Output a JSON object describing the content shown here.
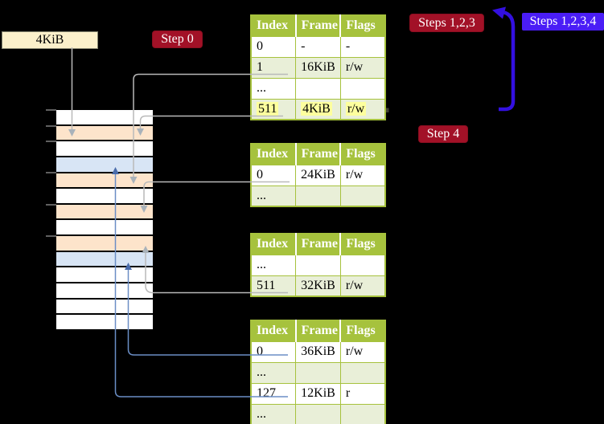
{
  "labels": {
    "page_size": "4KiB",
    "step0": "Step 0",
    "steps123": "Steps 1,2,3",
    "steps1234": "Steps 1,2,3,4",
    "step4": "Step 4"
  },
  "colors": {
    "table_header_green": "#a6c23d",
    "table_row_shade": "#e9efd8",
    "highlight_yellow": "#fdff9e",
    "badge_red": "#a21127",
    "badge_violet": "#4a1df6",
    "violet_arrow": "#3310e0",
    "gray_connector": "#b9b9b9",
    "blue_connector": "#6b8ec5",
    "strip_peach": "#fde4cb",
    "strip_blue": "#d8e5f5",
    "cream_box": "#fbf0cb"
  },
  "memory_strip": {
    "row_colors": [
      "#ffffff",
      "#fde4cb",
      "#ffffff",
      "#d8e5f5",
      "#fde4cb",
      "#ffffff",
      "#fde4cb",
      "#ffffff",
      "#fde4cb",
      "#d8e5f5",
      "#ffffff",
      "#ffffff",
      "#ffffff",
      "#ffffff"
    ]
  },
  "tables": [
    {
      "headers": [
        "Index",
        "Frame",
        "Flags"
      ],
      "rows": [
        {
          "cells": [
            "0",
            "-",
            "-"
          ],
          "shaded": false,
          "highlight": false
        },
        {
          "cells": [
            "1",
            "16KiB",
            "r/w"
          ],
          "shaded": true,
          "highlight": false
        },
        {
          "cells": [
            "...",
            "",
            ""
          ],
          "shaded": false,
          "highlight": false
        },
        {
          "cells": [
            "511",
            "4KiB",
            "r/w"
          ],
          "shaded": true,
          "highlight": true
        }
      ]
    },
    {
      "headers": [
        "Index",
        "Frame",
        "Flags"
      ],
      "rows": [
        {
          "cells": [
            "0",
            "24KiB",
            "r/w"
          ],
          "shaded": false,
          "highlight": false
        },
        {
          "cells": [
            "...",
            "",
            ""
          ],
          "shaded": true,
          "highlight": false
        }
      ]
    },
    {
      "headers": [
        "Index",
        "Frame",
        "Flags"
      ],
      "rows": [
        {
          "cells": [
            "...",
            "",
            ""
          ],
          "shaded": false,
          "highlight": false
        },
        {
          "cells": [
            "511",
            "32KiB",
            "r/w"
          ],
          "shaded": true,
          "highlight": false
        }
      ]
    },
    {
      "headers": [
        "Index",
        "Frame",
        "Flags"
      ],
      "rows": [
        {
          "cells": [
            "0",
            "36KiB",
            "r/w"
          ],
          "shaded": false,
          "highlight": false
        },
        {
          "cells": [
            "...",
            "",
            ""
          ],
          "shaded": true,
          "highlight": false
        },
        {
          "cells": [
            "127",
            "12KiB",
            "r"
          ],
          "shaded": false,
          "highlight": false
        },
        {
          "cells": [
            "...",
            "",
            ""
          ],
          "shaded": true,
          "highlight": false
        }
      ]
    }
  ],
  "connectors": [
    {
      "from": "page-size-label",
      "to": "memory-row-2",
      "color": "gray"
    },
    {
      "from": "table1-row-1",
      "to": "memory-row-5",
      "color": "gray"
    },
    {
      "from": "table1-row-511",
      "to": "memory-row-2",
      "color": "gray"
    },
    {
      "from": "table2-row-0",
      "to": "memory-row-7",
      "color": "gray"
    },
    {
      "from": "table3-row-511",
      "to": "memory-row-9",
      "color": "gray"
    },
    {
      "from": "table4-row-0",
      "to": "memory-row-10",
      "color": "blue"
    },
    {
      "from": "table4-row-127",
      "to": "memory-row-4",
      "color": "blue"
    },
    {
      "from": "bottom-of-translation",
      "to": "steps-labels",
      "color": "violet"
    }
  ]
}
